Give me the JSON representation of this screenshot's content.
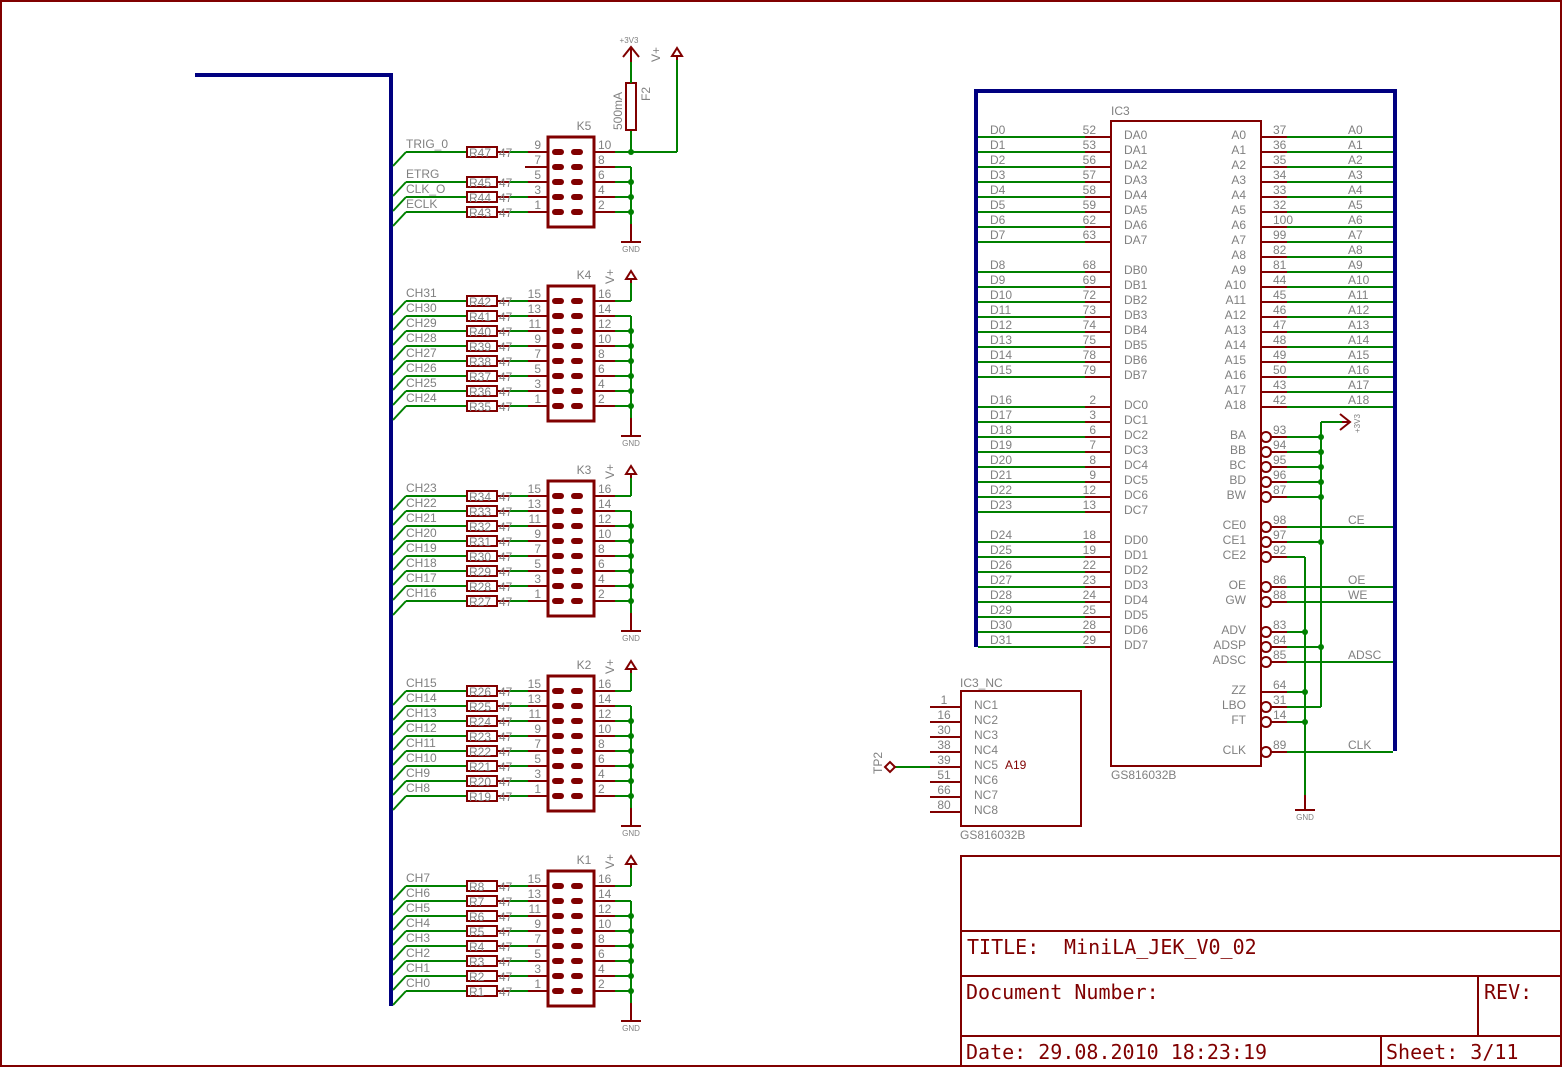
{
  "colors": {
    "frame": "#800000",
    "wire": "#008000",
    "bus": "#000080",
    "text": "#808080",
    "junction": "#008000"
  },
  "power": {
    "v3v3": "+3V3",
    "vplus": "V+",
    "gnd": "GND",
    "fuse_ref": "F2",
    "fuse_value": "500mA"
  },
  "connectors": [
    {
      "ref": "K5",
      "left_pins": [
        "9",
        "7",
        "5",
        "3",
        "1"
      ],
      "right_pins": [
        "10",
        "8",
        "6",
        "4",
        "2"
      ],
      "nets": [
        "TRIG_0",
        "",
        "ETRG",
        "CLK_O",
        "ECLK"
      ],
      "resistors": [
        "R47",
        "",
        "R45",
        "R44",
        "R43"
      ],
      "value": "47"
    },
    {
      "ref": "K4",
      "left_pins": [
        "15",
        "13",
        "11",
        "9",
        "7",
        "5",
        "3",
        "1"
      ],
      "right_pins": [
        "16",
        "14",
        "12",
        "10",
        "8",
        "6",
        "4",
        "2"
      ],
      "nets": [
        "CH31",
        "CH30",
        "CH29",
        "CH28",
        "CH27",
        "CH26",
        "CH25",
        "CH24"
      ],
      "resistors": [
        "R42",
        "R41",
        "R40",
        "R39",
        "R38",
        "R37",
        "R36",
        "R35"
      ],
      "value": "47"
    },
    {
      "ref": "K3",
      "left_pins": [
        "15",
        "13",
        "11",
        "9",
        "7",
        "5",
        "3",
        "1"
      ],
      "right_pins": [
        "16",
        "14",
        "12",
        "10",
        "8",
        "6",
        "4",
        "2"
      ],
      "nets": [
        "CH23",
        "CH22",
        "CH21",
        "CH20",
        "CH19",
        "CH18",
        "CH17",
        "CH16"
      ],
      "resistors": [
        "R34",
        "R33",
        "R32",
        "R31",
        "R30",
        "R29",
        "R28",
        "R27"
      ],
      "value": "47"
    },
    {
      "ref": "K2",
      "left_pins": [
        "15",
        "13",
        "11",
        "9",
        "7",
        "5",
        "3",
        "1"
      ],
      "right_pins": [
        "16",
        "14",
        "12",
        "10",
        "8",
        "6",
        "4",
        "2"
      ],
      "nets": [
        "CH15",
        "CH14",
        "CH13",
        "CH12",
        "CH11",
        "CH10",
        "CH9",
        "CH8"
      ],
      "resistors": [
        "R26",
        "R25",
        "R24",
        "R23",
        "R22",
        "R21",
        "R20",
        "R19"
      ],
      "value": "47"
    },
    {
      "ref": "K1",
      "left_pins": [
        "15",
        "13",
        "11",
        "9",
        "7",
        "5",
        "3",
        "1"
      ],
      "right_pins": [
        "16",
        "14",
        "12",
        "10",
        "8",
        "6",
        "4",
        "2"
      ],
      "nets": [
        "CH7",
        "CH6",
        "CH5",
        "CH4",
        "CH3",
        "CH2",
        "CH1",
        "CH0"
      ],
      "resistors": [
        "R8",
        "R7",
        "R6",
        "R5",
        "R4",
        "R3",
        "R2",
        "R1"
      ],
      "value": "47"
    }
  ],
  "ic3": {
    "ref": "IC3",
    "part": "GS816032B",
    "left_groups": [
      {
        "pins": [
          "DA0",
          "DA1",
          "DA2",
          "DA3",
          "DA4",
          "DA5",
          "DA6",
          "DA7"
        ],
        "numbers": [
          "52",
          "53",
          "56",
          "57",
          "58",
          "59",
          "62",
          "63"
        ],
        "nets": [
          "D0",
          "D1",
          "D2",
          "D3",
          "D4",
          "D5",
          "D6",
          "D7"
        ]
      },
      {
        "pins": [
          "DB0",
          "DB1",
          "DB2",
          "DB3",
          "DB4",
          "DB5",
          "DB6",
          "DB7"
        ],
        "numbers": [
          "68",
          "69",
          "72",
          "73",
          "74",
          "75",
          "78",
          "79"
        ],
        "nets": [
          "D8",
          "D9",
          "D10",
          "D11",
          "D12",
          "D13",
          "D14",
          "D15"
        ]
      },
      {
        "pins": [
          "DC0",
          "DC1",
          "DC2",
          "DC3",
          "DC4",
          "DC5",
          "DC6",
          "DC7"
        ],
        "numbers": [
          "2",
          "3",
          "6",
          "7",
          "8",
          "9",
          "12",
          "13"
        ],
        "nets": [
          "D16",
          "D17",
          "D18",
          "D19",
          "D20",
          "D21",
          "D22",
          "D23"
        ]
      },
      {
        "pins": [
          "DD0",
          "DD1",
          "DD2",
          "DD3",
          "DD4",
          "DD5",
          "DD6",
          "DD7"
        ],
        "numbers": [
          "18",
          "19",
          "22",
          "23",
          "24",
          "25",
          "28",
          "29"
        ],
        "nets": [
          "D24",
          "D25",
          "D26",
          "D27",
          "D28",
          "D29",
          "D30",
          "D31"
        ]
      }
    ],
    "address_pins": {
      "pins": [
        "A0",
        "A1",
        "A2",
        "A3",
        "A4",
        "A5",
        "A6",
        "A7",
        "A8",
        "A9",
        "A10",
        "A11",
        "A12",
        "A13",
        "A14",
        "A15",
        "A16",
        "A17",
        "A18"
      ],
      "numbers": [
        "37",
        "36",
        "35",
        "34",
        "33",
        "32",
        "100",
        "99",
        "82",
        "81",
        "44",
        "45",
        "46",
        "47",
        "48",
        "49",
        "50",
        "43",
        "42"
      ],
      "nets": [
        "A0",
        "A1",
        "A2",
        "A3",
        "A4",
        "A5",
        "A6",
        "A7",
        "A8",
        "A9",
        "A10",
        "A11",
        "A12",
        "A13",
        "A14",
        "A15",
        "A16",
        "A17",
        "A18"
      ]
    },
    "control_pins": [
      {
        "name": "BA",
        "number": "93",
        "inverted": true,
        "conn": "3v3",
        "net": ""
      },
      {
        "name": "BB",
        "number": "94",
        "inverted": true,
        "conn": "3v3",
        "net": ""
      },
      {
        "name": "BC",
        "number": "95",
        "inverted": true,
        "conn": "3v3",
        "net": ""
      },
      {
        "name": "BD",
        "number": "96",
        "inverted": true,
        "conn": "3v3",
        "net": ""
      },
      {
        "name": "BW",
        "number": "87",
        "inverted": true,
        "conn": "3v3",
        "net": ""
      },
      {
        "name": "CE0",
        "number": "98",
        "inverted": true,
        "conn": "bus",
        "net": "CE"
      },
      {
        "name": "CE1",
        "number": "97",
        "inverted": true,
        "conn": "3v3",
        "net": ""
      },
      {
        "name": "CE2",
        "number": "92",
        "inverted": true,
        "conn": "gnd",
        "net": ""
      },
      {
        "name": "OE",
        "number": "86",
        "inverted": true,
        "conn": "bus",
        "net": "OE"
      },
      {
        "name": "GW",
        "number": "88",
        "inverted": true,
        "conn": "bus",
        "net": "WE"
      },
      {
        "name": "ADV",
        "number": "83",
        "inverted": true,
        "conn": "gnd",
        "net": ""
      },
      {
        "name": "ADSP",
        "number": "84",
        "inverted": true,
        "conn": "3v3",
        "net": ""
      },
      {
        "name": "ADSC",
        "number": "85",
        "inverted": true,
        "conn": "bus",
        "net": "ADSC"
      },
      {
        "name": "ZZ",
        "number": "64",
        "inverted": false,
        "conn": "gnd",
        "net": ""
      },
      {
        "name": "LBO",
        "number": "31",
        "inverted": true,
        "conn": "3v3",
        "net": ""
      },
      {
        "name": "FT",
        "number": "14",
        "inverted": true,
        "conn": "gnd",
        "net": ""
      },
      {
        "name": "CLK",
        "number": "89",
        "inverted": true,
        "conn": "bus",
        "net": "CLK"
      }
    ]
  },
  "ic3_nc": {
    "ref": "IC3_NC",
    "part": "GS816032B",
    "pins": [
      "NC1",
      "NC2",
      "NC3",
      "NC4",
      "NC5",
      "NC6",
      "NC7",
      "NC8"
    ],
    "numbers": [
      "1",
      "16",
      "30",
      "38",
      "39",
      "51",
      "66",
      "80"
    ],
    "nc5_net": "A19",
    "testpoint": "TP2"
  },
  "title_block": {
    "title_label": "TITLE:",
    "title": "MiniLA_JEK_V0_02",
    "document_label": "Document Number:",
    "rev_label": "REV:",
    "date": "Date: 29.08.2010 18:23:19",
    "sheet": "Sheet: 3/11"
  }
}
